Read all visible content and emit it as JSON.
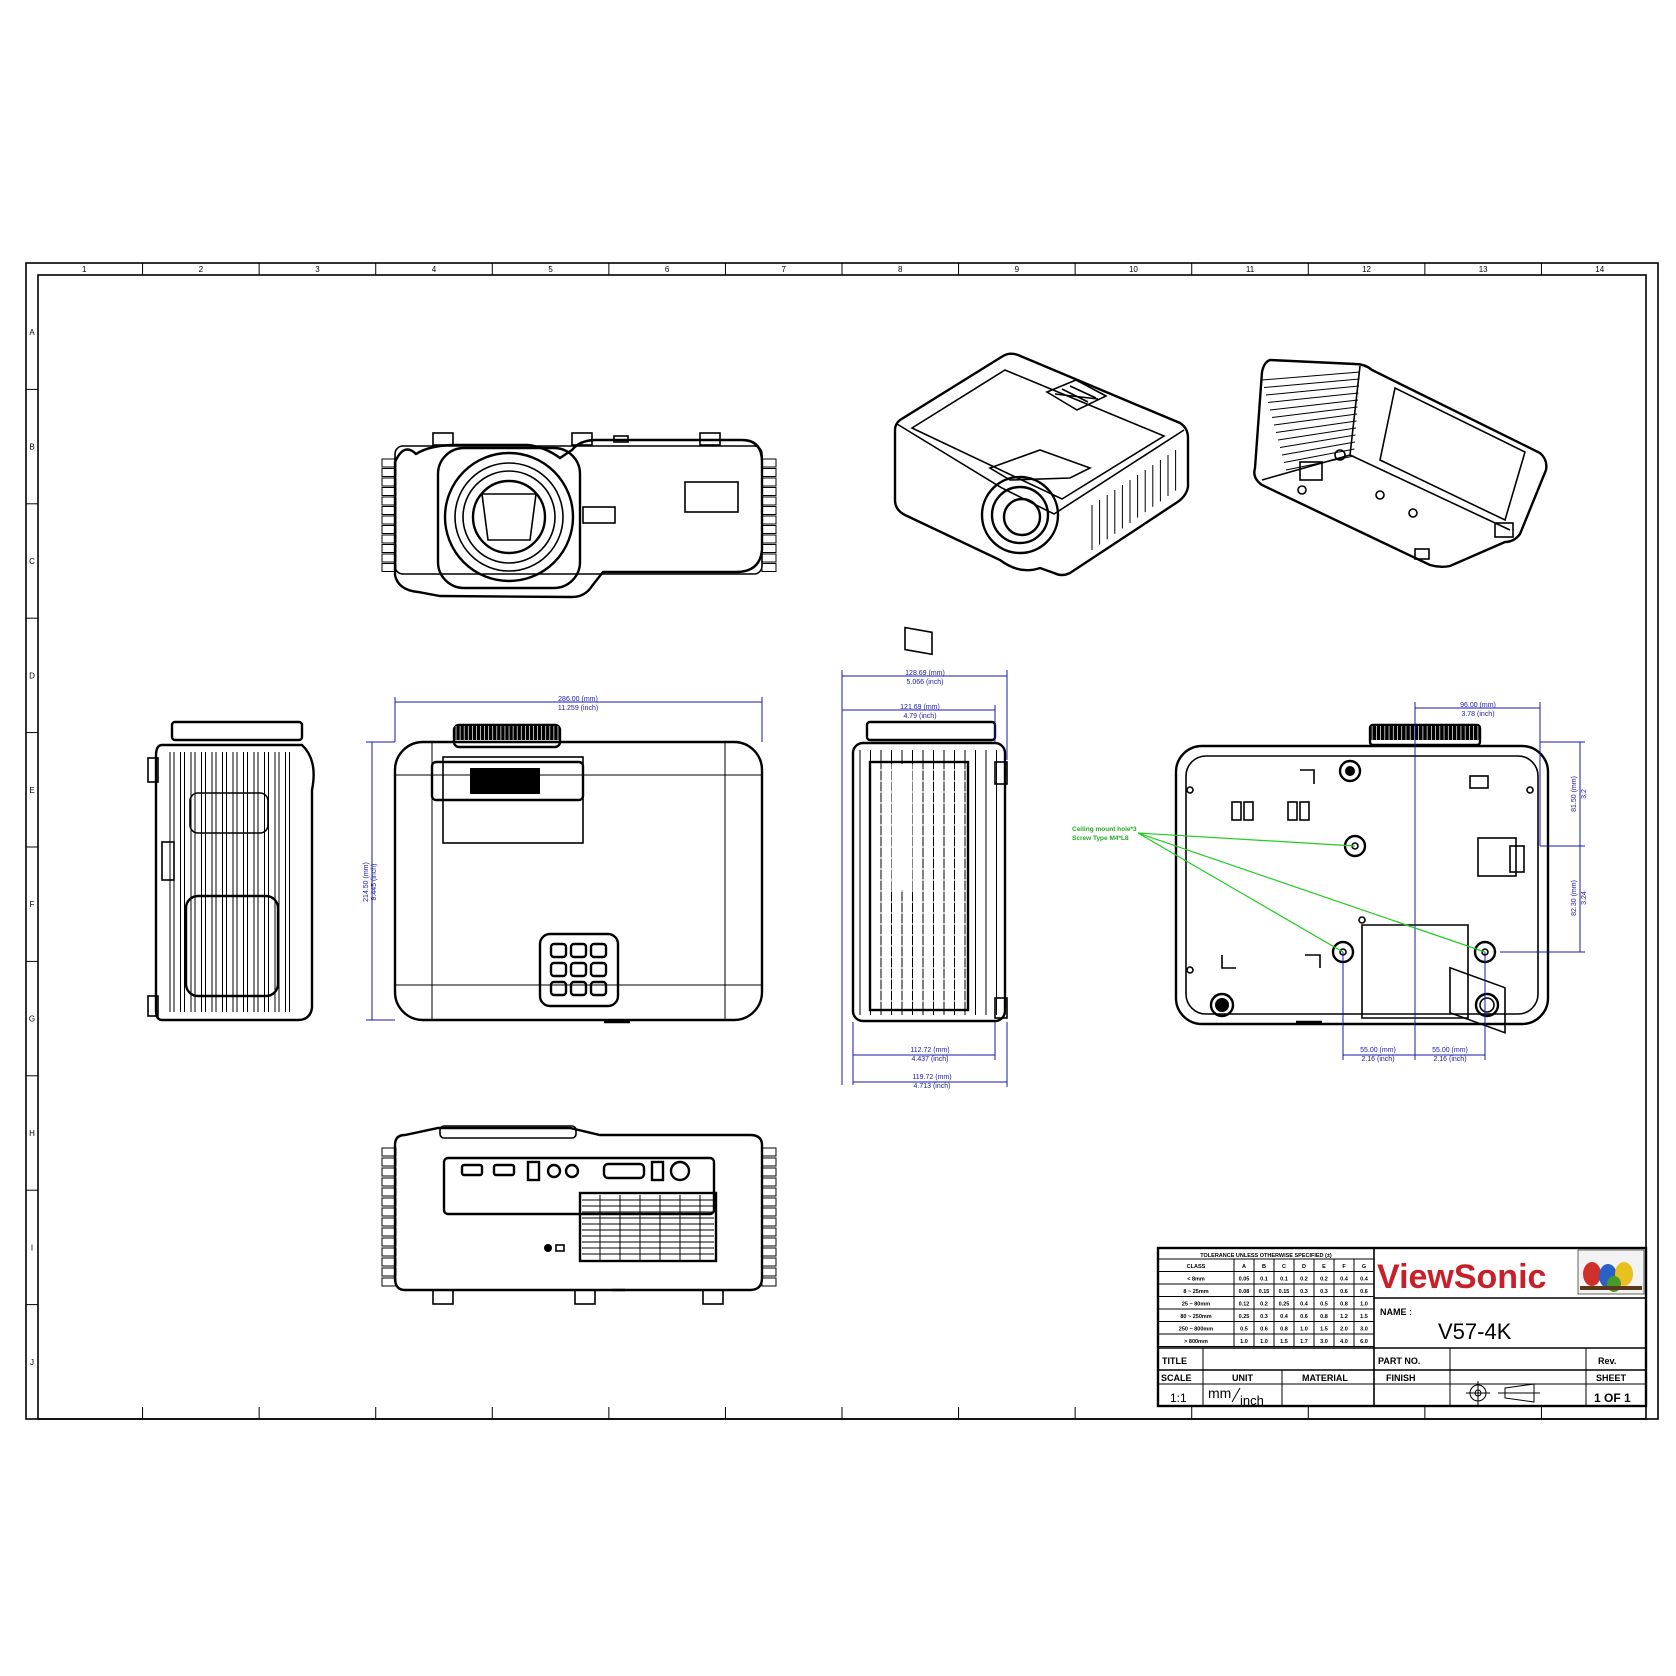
{
  "zones": {
    "columns": [
      "1",
      "2",
      "3",
      "4",
      "5",
      "6",
      "7",
      "8",
      "9",
      "10",
      "11",
      "12",
      "13",
      "14"
    ],
    "rows": [
      "A",
      "B",
      "C",
      "D",
      "E",
      "F",
      "G",
      "H",
      "I",
      "J"
    ]
  },
  "dimensions": {
    "width_mm": "286.00 (mm)",
    "width_in": "11.259 (inch)",
    "depth_mm": "214.50 (mm)",
    "depth_in": "8.445 (inch)",
    "h1_mm": "128.69 (mm)",
    "h1_in": "5.066 (inch)",
    "h2_mm": "121.69 (mm)",
    "h2_in": "4.79 (inch)",
    "h3_mm": "112.72 (mm)",
    "h3_in": "4.437 (inch)",
    "h4_mm": "119.72 (mm)",
    "h4_in": "4.713 (inch)",
    "mount_w_mm": "96.00 (mm)",
    "mount_w_in": "3.78 (inch)",
    "mount_h1_mm": "81.50 (mm)",
    "mount_h1_in": "3.2",
    "mount_h2_mm": "82.30 (mm)",
    "mount_h2_in": "3.24",
    "mount_l_mm": "55.00 (mm)",
    "mount_l_in": "2.16 (inch)",
    "mount_r_mm": "55.00 (mm)",
    "mount_r_in": "2.16 (inch)"
  },
  "annotation": {
    "line1": "Ceiling mount hole*3",
    "line2": "Screw Type M4*L8"
  },
  "tolerance": {
    "heading": "TOLERANCE UNLESS OTHERWISE SPECIFIED (±)",
    "columns": [
      "CLASS",
      "A",
      "B",
      "C",
      "D",
      "E",
      "F",
      "G"
    ],
    "rows": [
      [
        "< 8mm",
        "0.05",
        "0.1",
        "0.1",
        "0.2",
        "0.2",
        "0.4",
        "0.4"
      ],
      [
        "8 ~ 25mm",
        "0.08",
        "0.15",
        "0.15",
        "0.3",
        "0.3",
        "0.6",
        "0.6"
      ],
      [
        "25 ~ 80mm",
        "0.12",
        "0.2",
        "0.25",
        "0.4",
        "0.5",
        "0.8",
        "1.0"
      ],
      [
        "80 ~ 250mm",
        "0.25",
        "0.3",
        "0.4",
        "0.6",
        "0.8",
        "1.2",
        "1.5"
      ],
      [
        "250 ~ 800mm",
        "0.5",
        "0.6",
        "0.8",
        "1.0",
        "1.5",
        "2.0",
        "3.0"
      ],
      [
        "> 800mm",
        "1.0",
        "1.0",
        "1.5",
        "1.7",
        "3.0",
        "4.0",
        "6.0"
      ]
    ]
  },
  "title_block": {
    "brand": "ViewSonic",
    "brand_color": "#c8202a",
    "name_label": "NAME :",
    "name_value": "V57-4K",
    "title_label": "TITLE",
    "part_label": "PART NO.",
    "rev_label": "Rev.",
    "scale_label": "SCALE",
    "unit_label": "UNIT",
    "material_label": "MATERIAL",
    "finish_label": "FINISH",
    "sheet_label": "SHEET",
    "scale_value": "1:1",
    "unit_value_a": "mm",
    "unit_value_b": "inch",
    "sheet_value": "1 OF 1"
  }
}
